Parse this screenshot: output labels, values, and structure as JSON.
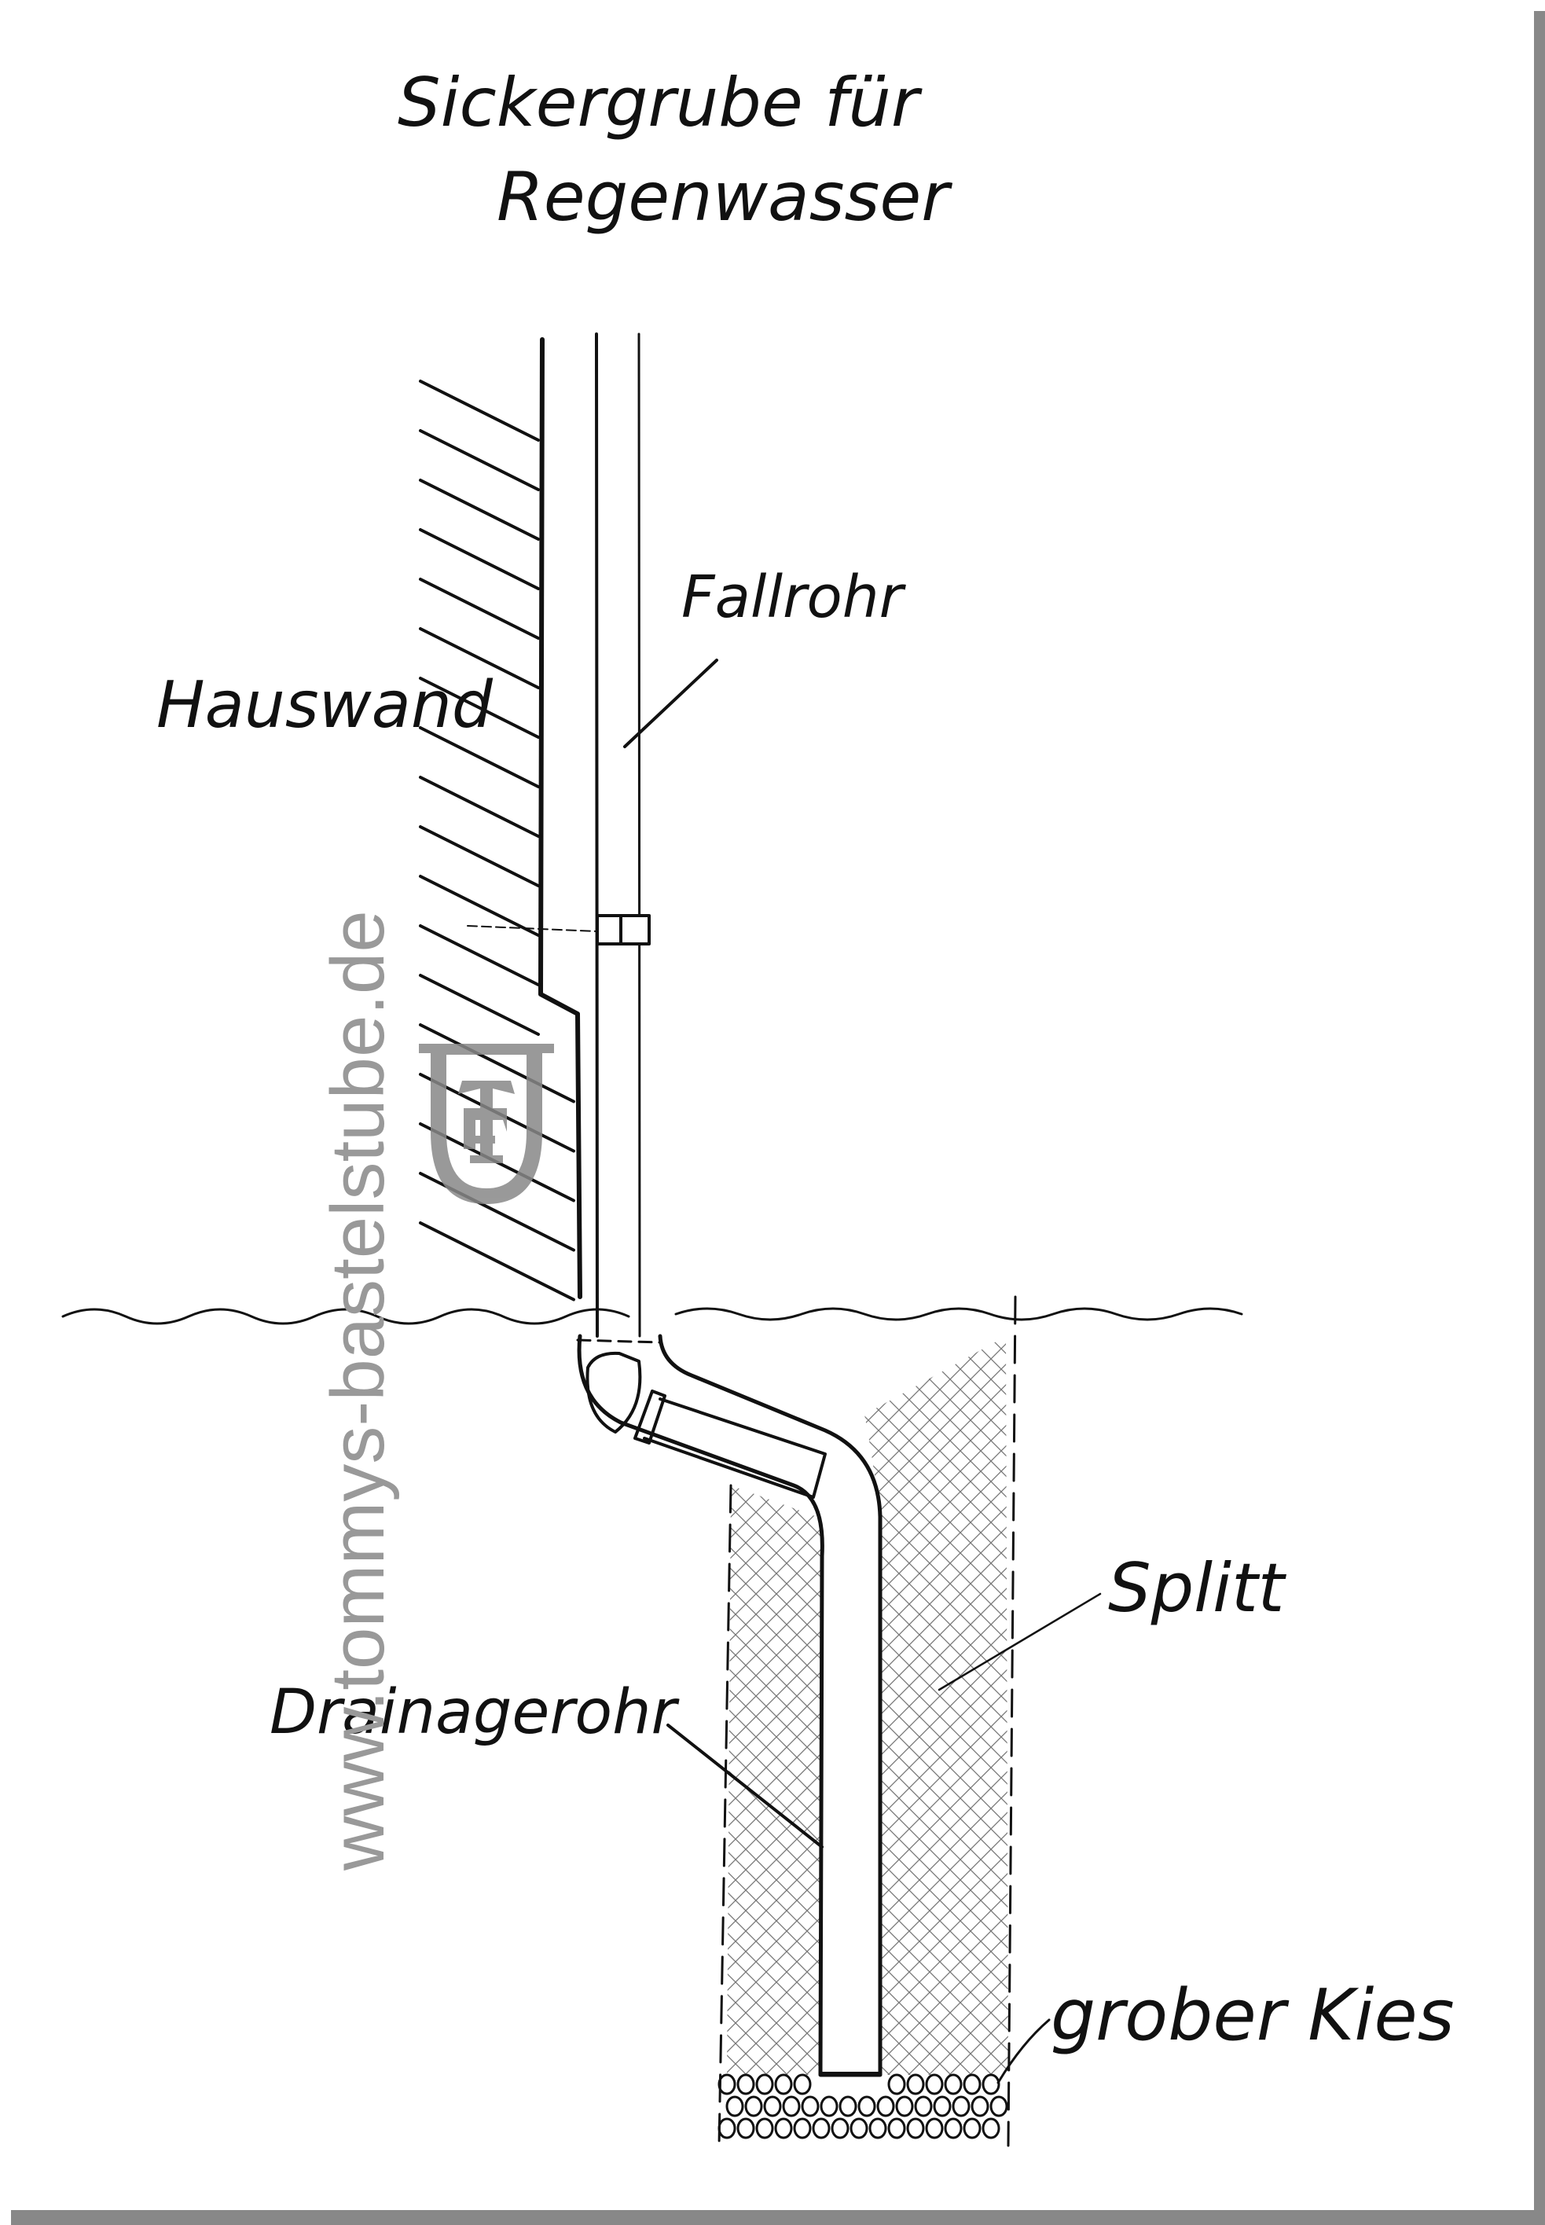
{
  "title": {
    "line1": "Sickergrube für",
    "line2": "Regenwasser"
  },
  "labels": {
    "downpipe": "Fallrohr",
    "house_wall": "Hauswand",
    "drain_pipe": "Drainagerohr",
    "chippings": "Splitt",
    "coarse_gravel": "grober Kies"
  },
  "watermark": {
    "text": "www.tommys-bastelstube.de",
    "logo_text": "TF"
  },
  "colors": {
    "ink": "#111111",
    "watermark": "#999999",
    "page_shadow": "#888888"
  }
}
